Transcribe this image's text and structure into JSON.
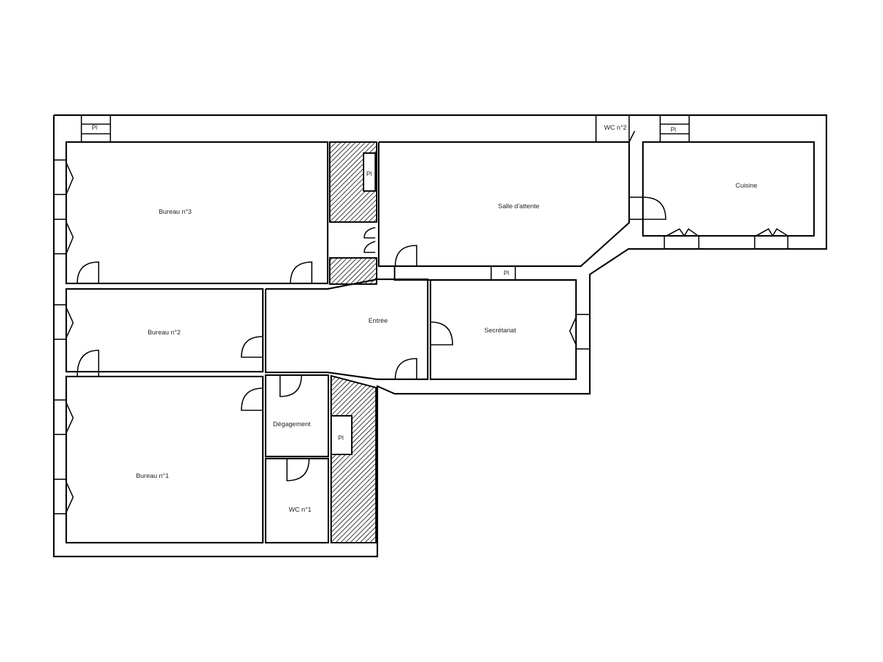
{
  "plan": {
    "rooms": [
      {
        "id": "bureau3",
        "label": "Bureau n°3"
      },
      {
        "id": "salle_attente",
        "label": "Salle d'attente"
      },
      {
        "id": "cuisine",
        "label": "Cuisine"
      },
      {
        "id": "wc2",
        "label": "WC n°2"
      },
      {
        "id": "bureau2",
        "label": "Bureau n°2"
      },
      {
        "id": "entree",
        "label": "Entrée"
      },
      {
        "id": "secretariat",
        "label": "Secrétariat"
      },
      {
        "id": "degagement",
        "label": "Dégagement"
      },
      {
        "id": "bureau1",
        "label": "Bureau n°1"
      },
      {
        "id": "wc1",
        "label": "WC n°1"
      }
    ],
    "placards": [
      {
        "id": "pl_top_left",
        "label": "Pl"
      },
      {
        "id": "pl_hatched_top",
        "label": "Pl"
      },
      {
        "id": "pl_top_right",
        "label": "Pl"
      },
      {
        "id": "pl_corridor",
        "label": "Pl"
      },
      {
        "id": "pl_hatched_bottom",
        "label": "Pl"
      }
    ]
  }
}
